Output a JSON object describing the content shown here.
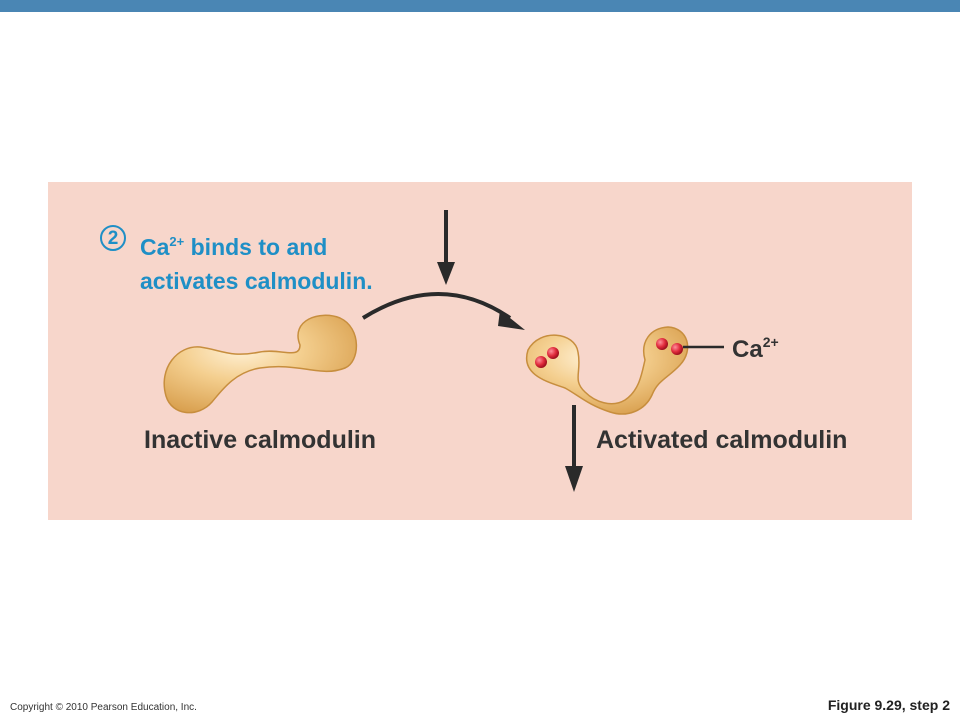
{
  "step": {
    "number": "2",
    "line1_pre": "Ca",
    "line1_sup": "2+",
    "line1_post": " binds to and",
    "line2": "activates calmodulin."
  },
  "labels": {
    "inactive": "Inactive calmodulin",
    "activated": "Activated calmodulin",
    "ion_base": "Ca",
    "ion_sup": "2+"
  },
  "footer": {
    "copyright": "Copyright © 2010 Pearson Education, Inc.",
    "figure": "Figure 9.29, step 2"
  },
  "colors": {
    "top_bar": "#4a86b4",
    "panel": "#f7d6cb",
    "accent_text": "#1f8fc6",
    "protein": "#f1c27d",
    "ion": "#e02b3c"
  }
}
